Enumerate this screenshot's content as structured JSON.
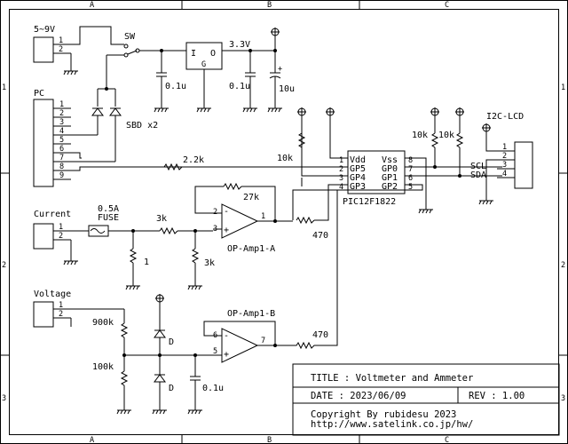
{
  "frame": {
    "col_labels": [
      "A",
      "B",
      "C"
    ],
    "row_labels": [
      "1",
      "2",
      "3"
    ]
  },
  "connectors": {
    "power_in": {
      "label": "5~9V",
      "pins": [
        "1",
        "2"
      ]
    },
    "pc": {
      "label": "PC",
      "pins": [
        "1",
        "2",
        "3",
        "4",
        "5",
        "6",
        "7",
        "8",
        "9"
      ]
    },
    "current": {
      "label": "Current",
      "pins": [
        "1",
        "2"
      ]
    },
    "voltage": {
      "label": "Voltage",
      "pins": [
        "1",
        "2"
      ]
    },
    "lcd": {
      "label": "I2C-LCD",
      "pins": [
        "1",
        "2",
        "3",
        "4"
      ]
    }
  },
  "switch": {
    "label": "SW"
  },
  "regulator": {
    "label": "3.3V",
    "in": "I",
    "out": "O",
    "gnd": "G"
  },
  "caps": {
    "c1": "0.1u",
    "c2": "0.1u",
    "c3": "10u",
    "c4": "0.1u"
  },
  "diodes": {
    "sbd": "SBD x2",
    "d_top": "D",
    "d_bot": "D"
  },
  "resistors": {
    "r_pc": "2.2k",
    "r_gp5": "10k",
    "r_scl": "10k",
    "r_sda": "10k",
    "r_fb": "27k",
    "r_in": "3k",
    "r_gnd": "3k",
    "r_shunt": "1",
    "r_out1": "470",
    "r_out2": "470",
    "r_div_top": "900k",
    "r_div_bot": "100k"
  },
  "fuse": {
    "label": "0.5A",
    "sub": "FUSE"
  },
  "pic": {
    "part": "PIC12F1822",
    "left_pins": [
      {
        "num": "1",
        "name": "Vdd"
      },
      {
        "num": "2",
        "name": "GP5"
      },
      {
        "num": "3",
        "name": "GP4"
      },
      {
        "num": "4",
        "name": "GP3"
      }
    ],
    "right_pins": [
      {
        "num": "8",
        "name": "Vss"
      },
      {
        "num": "7",
        "name": "GP0"
      },
      {
        "num": "6",
        "name": "GP1"
      },
      {
        "num": "5",
        "name": "GP2"
      }
    ]
  },
  "opamp_a": {
    "label": "OP-Amp1-A",
    "minus": "-",
    "plus": "+",
    "pin_minus": "2",
    "pin_plus": "3",
    "pin_out": "1"
  },
  "opamp_b": {
    "label": "OP-Amp1-B",
    "minus": "-",
    "plus": "+",
    "pin_minus": "6",
    "pin_plus": "5",
    "pin_out": "7"
  },
  "bus": {
    "scl": "SCL",
    "sda": "SDA"
  },
  "title_block": {
    "title": "TITLE : Voltmeter and Ammeter",
    "date": "DATE  : 2023/06/09",
    "rev": "REV : 1.00",
    "copyright": "Copyright By rubidesu 2023",
    "url": "http://www.satelink.co.jp/hw/"
  }
}
